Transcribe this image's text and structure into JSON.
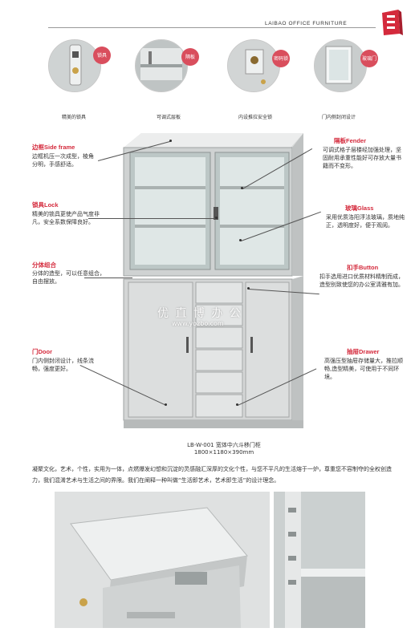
{
  "brand": "LAIBAO OFFICE FURNITURE",
  "features": [
    {
      "badge": "锁具",
      "caption": "精美的锁具"
    },
    {
      "badge": "隔板",
      "caption": "可调式层板"
    },
    {
      "badge": "密码锁",
      "caption": "内设推拉安全锁"
    },
    {
      "badge": "玻璃门",
      "caption": "门内侧封闭设计"
    }
  ],
  "callouts": {
    "frame": {
      "title": "边框Side frame",
      "desc": "边框机压一次成型，棱角分明，手感舒适。"
    },
    "lock": {
      "title": "锁具Lock",
      "desc": "精美的锁具更使产品气度非凡，安全系数保障良好。"
    },
    "combo": {
      "title": "分体组合",
      "desc": "分体的造型，可以任意组合，自由摆放。"
    },
    "door": {
      "title": "门Door",
      "desc": "门内侧封闭设计，线条流畅，强度更好。"
    },
    "fender": {
      "title": "隔板Fender",
      "desc": "可调式格子层楼经加强处理，坚固耐用承重性能好可存放大量书籍而不变形。"
    },
    "glass": {
      "title": "玻璃Glass",
      "desc": "采用优质洛阳浮法玻璃，质地纯正，透明度好，便于观阅。"
    },
    "button": {
      "title": "扣手Button",
      "desc": "扣手选用进口优质材料精制而成，造型别致使您的办公室清雅有加。"
    },
    "drawer": {
      "title": "抽屉Drawer",
      "desc": "高强压型抽屉存储量大，推拉顺畅,造型精美，可使用于不同环境。"
    }
  },
  "watermark": {
    "cn": "优 直 博 办 公",
    "url": "www.yozbo.com"
  },
  "model": {
    "name": "LB-W-001 宽体中六斗移门柜",
    "size": "1800×1180×390mm"
  },
  "paragraph": "凝聚文化，艺术，个性，实用为一体，点燃爆发幻想和沉淀的灵感融汇深厚的文化个性，与您不平凡的生活熔于一炉，尊重您不容制夺的全权创造力，我们混淆艺术与生活之间的界限。我们在阐释一种叫做“生活即艺术，艺术即生活”的设计理念。"
}
